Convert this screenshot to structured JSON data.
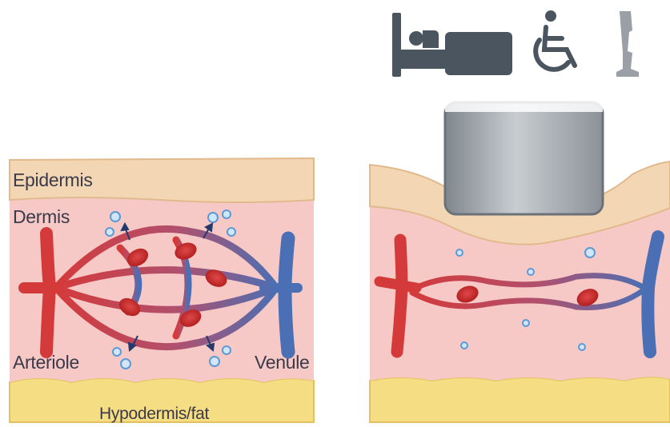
{
  "labels": {
    "epidermis": "Epidermis",
    "dermis": "Dermis",
    "arteriole": "Arteriole",
    "venule": "Venule",
    "hypodermis": "Hypodermis/fat"
  },
  "icons": [
    "bed-patient-icon",
    "wheelchair-icon",
    "prosthetic-leg-icon"
  ],
  "colors": {
    "epidermis": "#f3d7b4",
    "dermis": "#f7c9c6",
    "fat": "#f5dd83",
    "artery": "#d43a3a",
    "vein": "#3f6fb8",
    "red_cell": "#cc2a2a",
    "icon": "#4b5560",
    "probe": "#9aa0a6"
  }
}
